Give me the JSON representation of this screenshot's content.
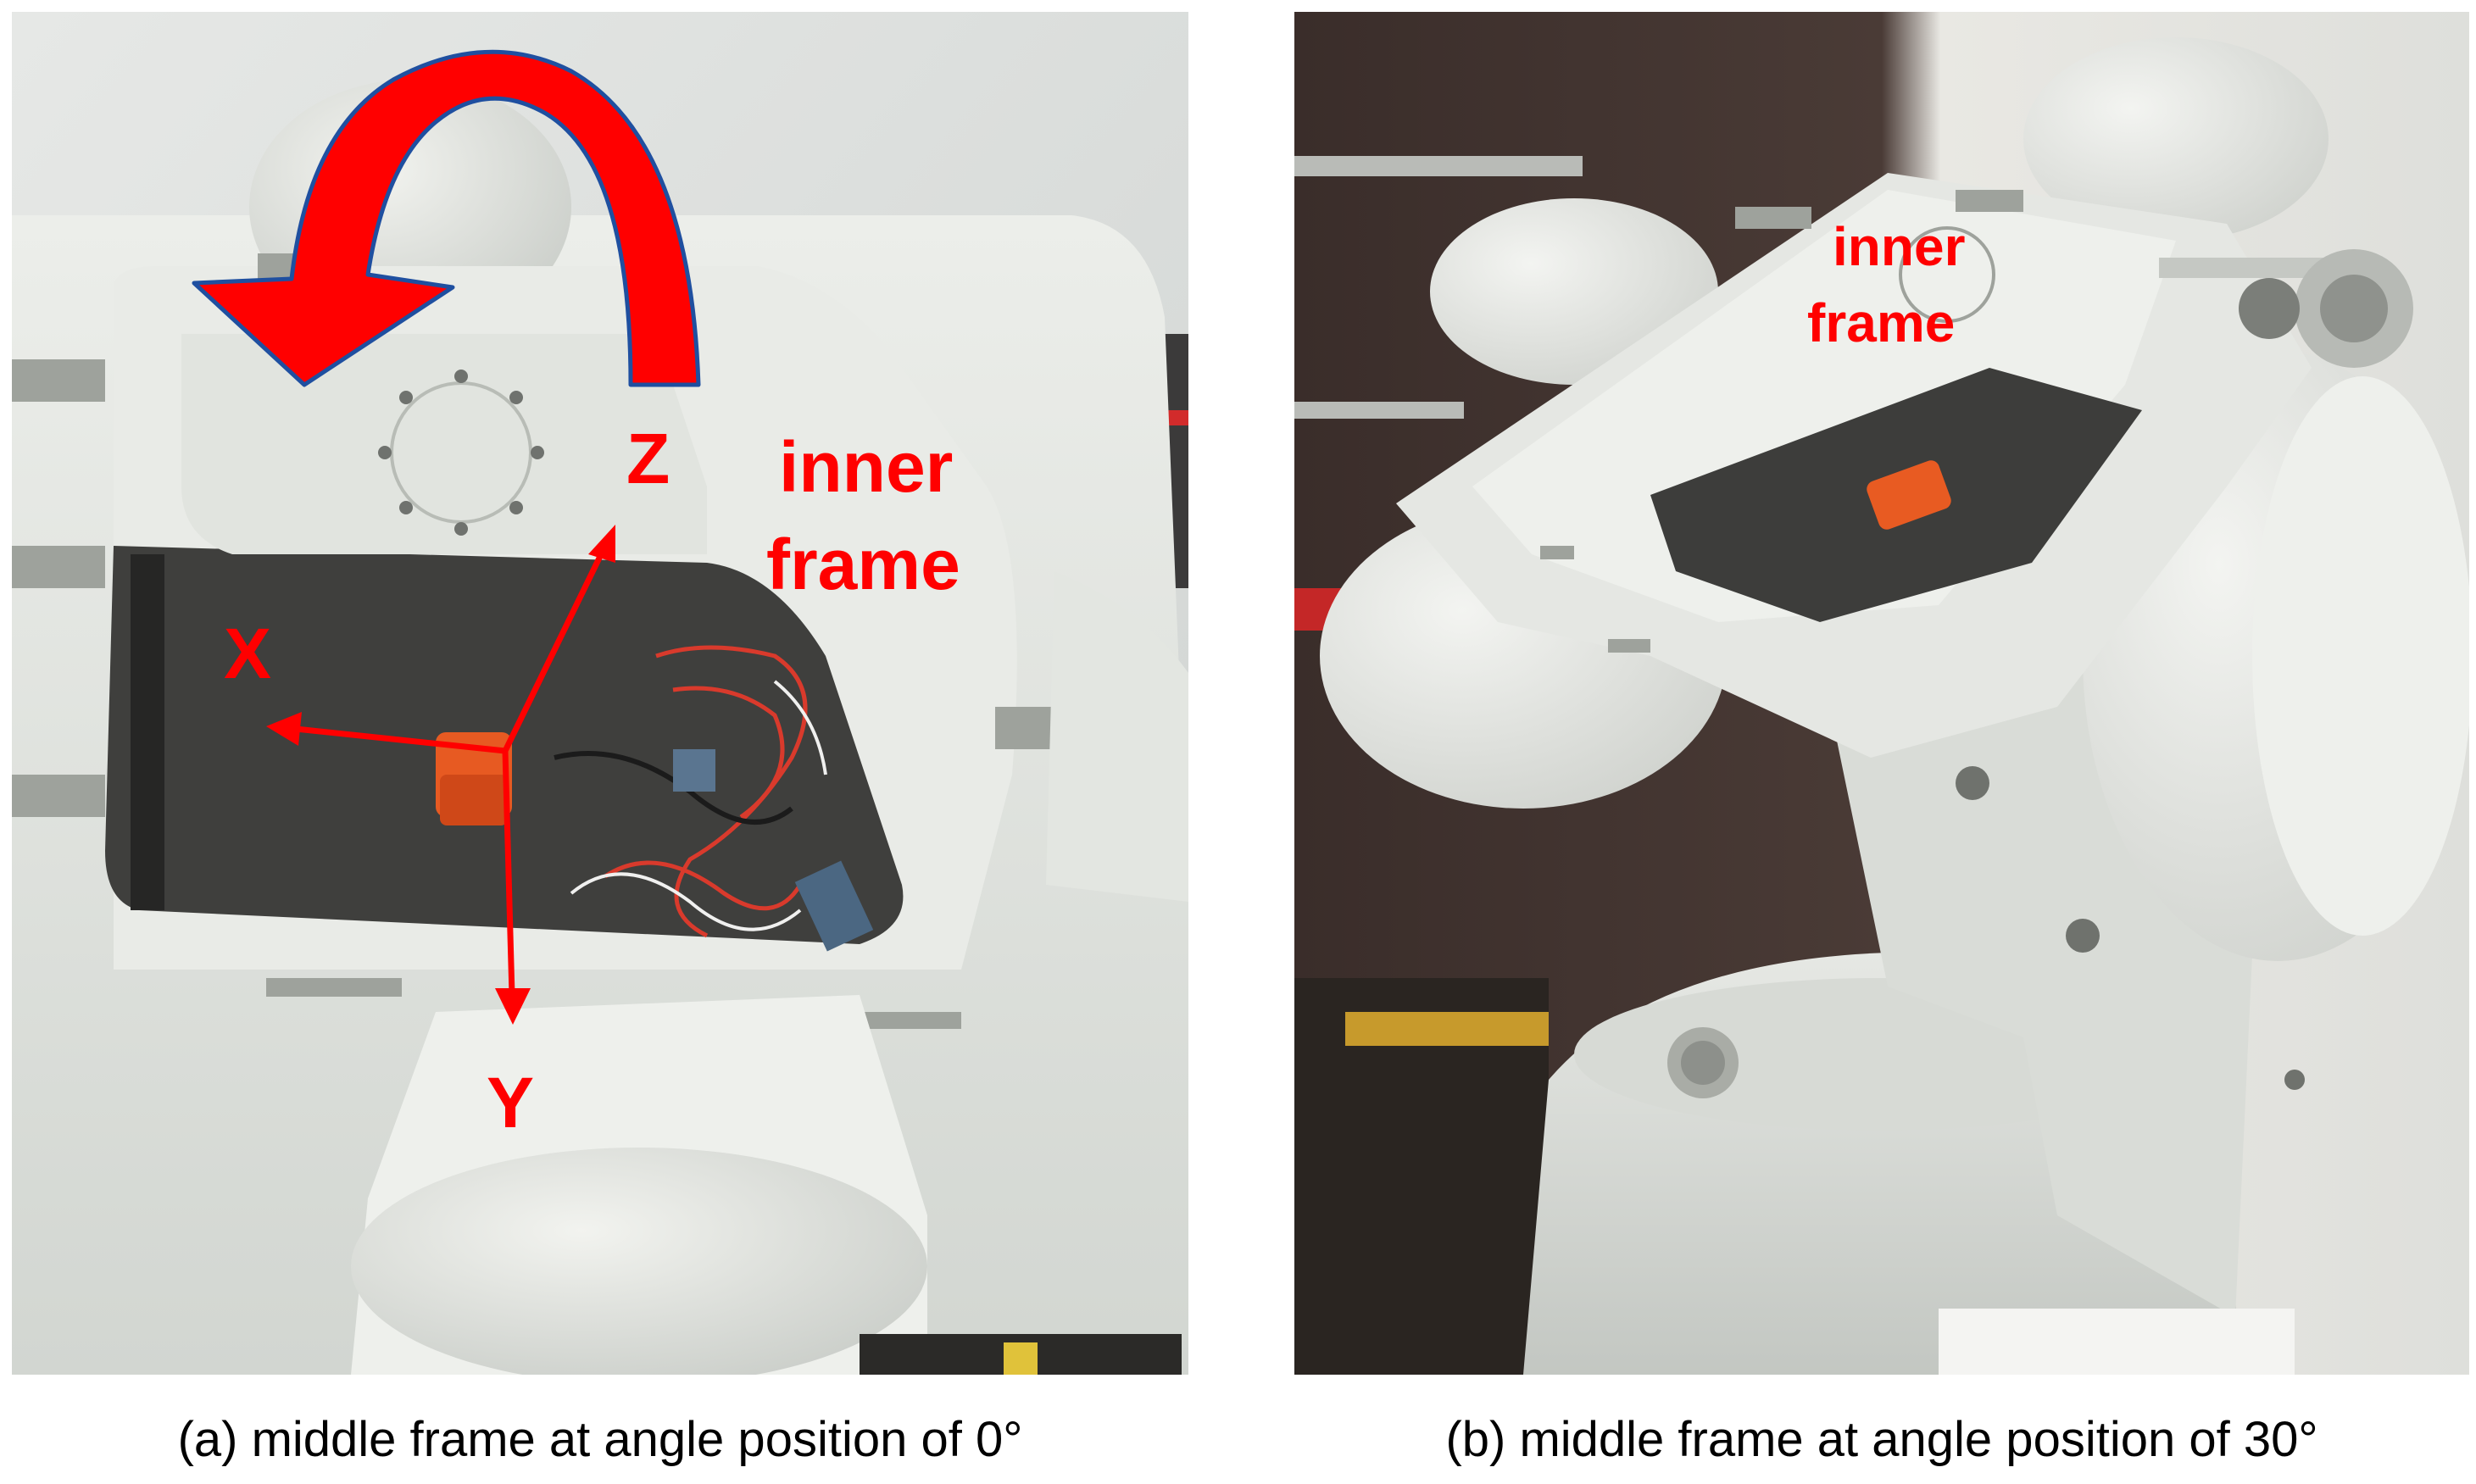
{
  "panel_a": {
    "labels": {
      "z": "Z",
      "x": "X",
      "y": "Y",
      "inner_frame_line1": "inner",
      "inner_frame_line2": "frame"
    },
    "caption": "(a) middle frame at angle position of 0°"
  },
  "panel_b": {
    "labels": {
      "inner_frame_line1": "inner",
      "inner_frame_line2": "frame"
    },
    "caption": "(b) middle frame at angle position of 30°"
  },
  "colors": {
    "annotation_red": "#ff0000",
    "arrow_outline": "#1f4fa0"
  },
  "icons": {
    "rotation_arrow": "curved-rotation-arrow-icon",
    "axes": "coordinate-axes-icon"
  }
}
